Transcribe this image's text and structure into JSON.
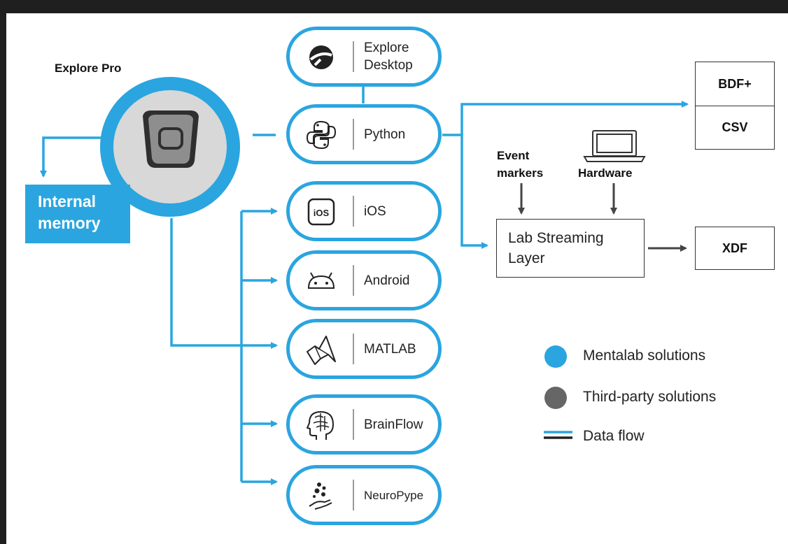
{
  "device": {
    "title": "Explore Pro",
    "internal_memory": "Internal memory"
  },
  "pills": [
    {
      "label": "Explore Desktop",
      "icon": "explore-logo-icon"
    },
    {
      "label": "Python",
      "icon": "python-icon"
    },
    {
      "label": "iOS",
      "icon": "ios-icon"
    },
    {
      "label": "Android",
      "icon": "android-icon"
    },
    {
      "label": "MATLAB",
      "icon": "matlab-icon"
    },
    {
      "label": "BrainFlow",
      "icon": "brain-icon"
    },
    {
      "label": "NeuroPype",
      "icon": "neuropype-icon"
    }
  ],
  "outputs": {
    "bdf": "BDF+",
    "csv": "CSV",
    "xdf": "XDF"
  },
  "lsl": {
    "label": "Lab Streaming Layer"
  },
  "inputs": {
    "event_markers": "Event markers",
    "hardware": "Hardware"
  },
  "legend": {
    "mentalab": "Mentalab solutions",
    "third_party": "Third-party solutions",
    "data_flow": "Data flow"
  },
  "colors": {
    "mentalab": "#2aa5e0",
    "third_party": "#666666",
    "line_dark": "#333333"
  }
}
